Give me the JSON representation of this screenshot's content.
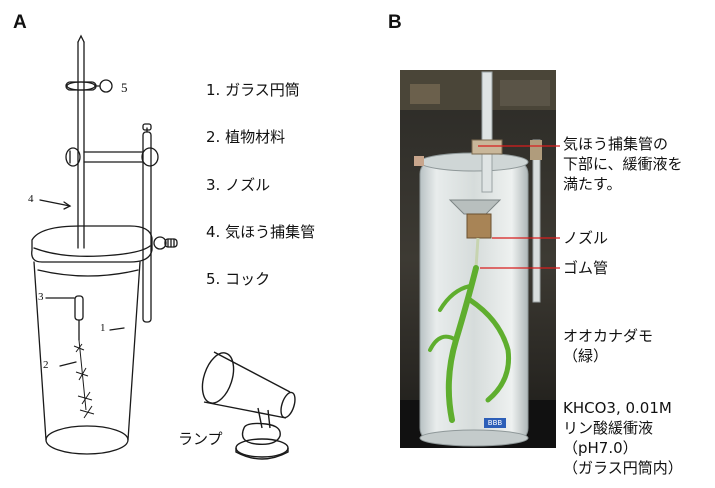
{
  "panel_a": {
    "label": "A",
    "legend": [
      "1. ガラス円筒",
      "2. 植物材料",
      "3. ノズル",
      "4. 気ほう捕集管",
      "5. コック"
    ],
    "diagram_numbers": [
      "1",
      "2",
      "3",
      "4",
      "5"
    ],
    "lamp_label": "ランプ"
  },
  "panel_b": {
    "label": "B",
    "callout_tube_lines": [
      "気ほう捕集管の",
      "下部に、緩衝液を",
      "満たす。"
    ],
    "callout_nozzle": "ノズル",
    "callout_rubber_tube": "ゴム管",
    "plant_lines": [
      "オオカナダモ",
      "（緑）"
    ],
    "solution_lines": [
      "KHCO3, 0.01M",
      "リン酸緩衝液",
      "（pH7.0）",
      "（ガラス円筒内）"
    ],
    "beaker_label": "BBB"
  },
  "colors": {
    "line": "#1a1a1a",
    "callout_line": "#d81e1e",
    "plant_green": "#5fae2e"
  }
}
